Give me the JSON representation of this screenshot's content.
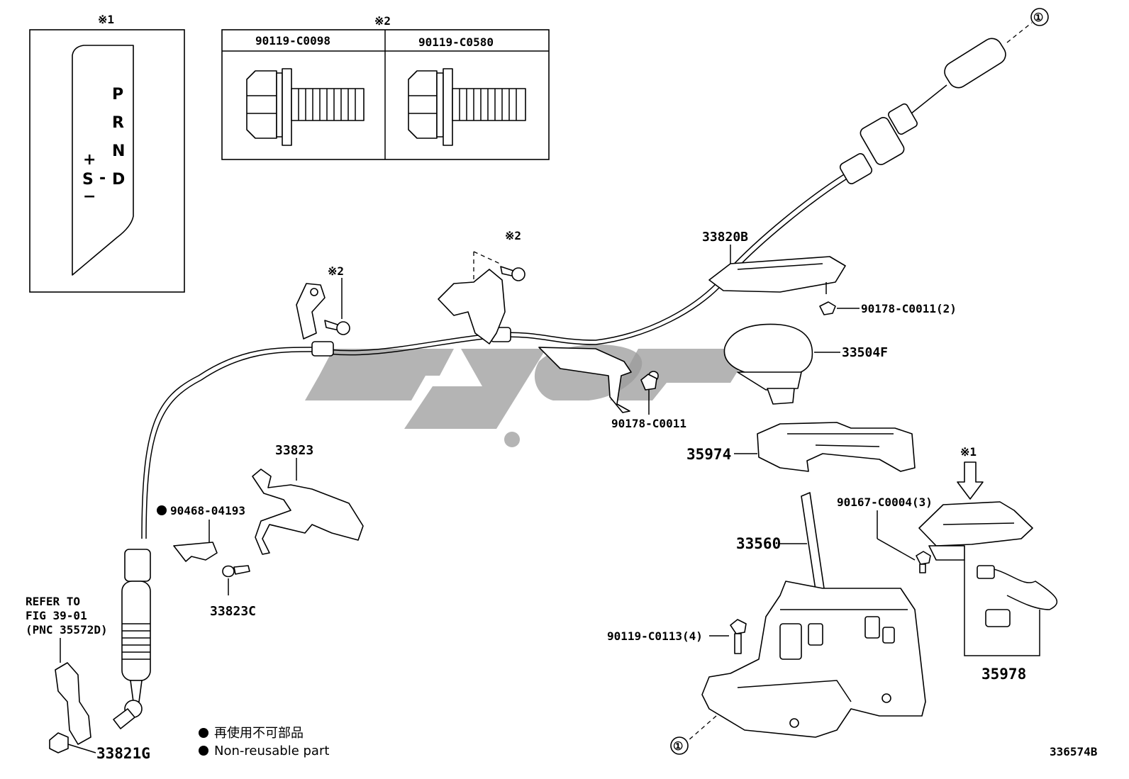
{
  "notes": {
    "ref1": "※1",
    "ref2": "※2"
  },
  "bolt_table": {
    "col1": "90119-C0098",
    "col2": "90119-C0580"
  },
  "shift_pattern": {
    "P": "P",
    "R": "R",
    "N": "N",
    "D": "D",
    "S": "S",
    "dash": "-",
    "plus": "+",
    "minus": "−"
  },
  "parts": {
    "p33820B": "33820B",
    "p90178_2": "90178-C0011(2)",
    "p33504F": "33504F",
    "p90178": "90178-C0011",
    "p35974": "35974",
    "p33823": "33823",
    "p90468": "90468-04193",
    "p33823C": "33823C",
    "p90167": "90167-C0004(3)",
    "p33560": "33560",
    "p90119_4": "90119-C0113(4)",
    "p35978": "35978",
    "p33821G": "33821G"
  },
  "refer": {
    "line1": "REFER TO",
    "line2": "FIG 39-01",
    "line3": "(PNC 35572D)"
  },
  "callout": {
    "c1": "①"
  },
  "legend": {
    "jp": "再使用不可部品",
    "en": "Non-reusable part"
  },
  "figure_id": "336574B",
  "colors": {
    "ink": "#000000",
    "watermark": "#9b9b9b"
  }
}
